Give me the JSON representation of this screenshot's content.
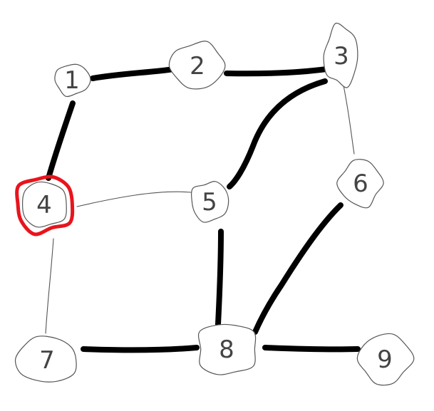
{
  "graph": {
    "nodes": [
      {
        "id": "1",
        "label": "1"
      },
      {
        "id": "2",
        "label": "2"
      },
      {
        "id": "3",
        "label": "3"
      },
      {
        "id": "4",
        "label": "4",
        "highlighted": true
      },
      {
        "id": "5",
        "label": "5"
      },
      {
        "id": "6",
        "label": "6"
      },
      {
        "id": "7",
        "label": "7"
      },
      {
        "id": "8",
        "label": "8"
      },
      {
        "id": "9",
        "label": "9"
      }
    ],
    "edges": [
      {
        "from": "1",
        "to": "2",
        "weight": "thick"
      },
      {
        "from": "2",
        "to": "3",
        "weight": "thick"
      },
      {
        "from": "1",
        "to": "4",
        "weight": "thick"
      },
      {
        "from": "3",
        "to": "5",
        "weight": "thick"
      },
      {
        "from": "3",
        "to": "6",
        "weight": "thin"
      },
      {
        "from": "4",
        "to": "5",
        "weight": "thin"
      },
      {
        "from": "4",
        "to": "7",
        "weight": "thin"
      },
      {
        "from": "5",
        "to": "8",
        "weight": "thick"
      },
      {
        "from": "6",
        "to": "8",
        "weight": "thick"
      },
      {
        "from": "7",
        "to": "8",
        "weight": "thick"
      },
      {
        "from": "8",
        "to": "9",
        "weight": "thick"
      }
    ],
    "colors": {
      "highlight": "#e8141c",
      "thick_edge": "#000000",
      "thin_edge": "#555555",
      "node_outline": "#555555"
    }
  }
}
